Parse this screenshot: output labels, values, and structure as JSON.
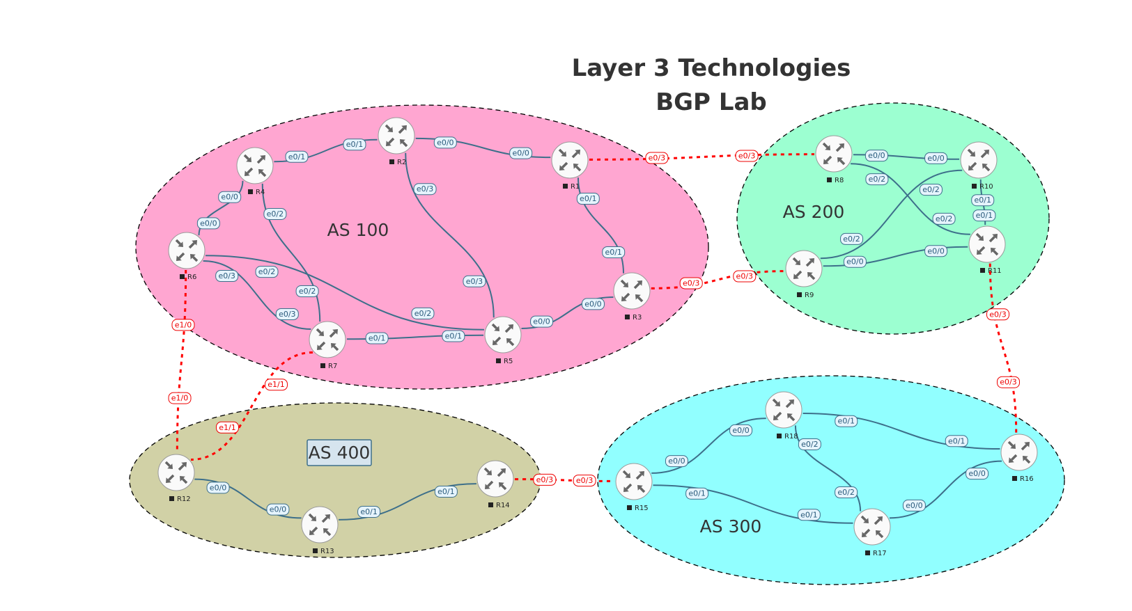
{
  "title": {
    "line1": "Layer 3 Technologies",
    "line2": "BGP Lab"
  },
  "colors": {
    "as100": "#ffa6d1",
    "as200": "#9cffd1",
    "as300": "#91ffff",
    "as400": "#d1d1a6",
    "link": "#3d6f8a",
    "external_link": "#ff0000",
    "label_bg": "#e6f4fd"
  },
  "areas": [
    {
      "id": "as100",
      "label": "AS 100"
    },
    {
      "id": "as200",
      "label": "AS 200"
    },
    {
      "id": "as300",
      "label": "AS 300"
    },
    {
      "id": "as400",
      "label": "AS 400"
    }
  ],
  "routers": [
    "R1",
    "R2",
    "R3",
    "R4",
    "R5",
    "R6",
    "R7",
    "R8",
    "R9",
    "R10",
    "R11",
    "R12",
    "R13",
    "R14",
    "R15",
    "R16",
    "R17",
    "R18"
  ],
  "links": [
    {
      "a": "R4",
      "b": "R2",
      "ia": "e0/1",
      "ib": "e0/1"
    },
    {
      "a": "R2",
      "b": "R1",
      "ia": "e0/0",
      "ib": "e0/0"
    },
    {
      "a": "R2",
      "b": "R5",
      "ia": "e0/3",
      "ib": "e0/3"
    },
    {
      "a": "R1",
      "b": "R3",
      "ia": "e0/1",
      "ib": "e0/1"
    },
    {
      "a": "R4",
      "b": "R6",
      "ia": "e0/0",
      "ib": "e0/0"
    },
    {
      "a": "R4",
      "b": "R7",
      "ia": "e0/2",
      "ib": "e0/2"
    },
    {
      "a": "R6",
      "b": "R5",
      "ia": "e0/2",
      "ib": "e0/2"
    },
    {
      "a": "R6",
      "b": "R7",
      "ia": "e0/3",
      "ib": "e0/3"
    },
    {
      "a": "R7",
      "b": "R5",
      "ia": "e0/1",
      "ib": "e0/1"
    },
    {
      "a": "R5",
      "b": "R3",
      "ia": "e0/0",
      "ib": "e0/0"
    },
    {
      "a": "R8",
      "b": "R10",
      "ia": "e0/0",
      "ib": "e0/0"
    },
    {
      "a": "R8",
      "b": "R11",
      "ia": "e0/2",
      "ib": "e0/2"
    },
    {
      "a": "R9",
      "b": "R10",
      "ia": "e0/2",
      "ib": "e0/2"
    },
    {
      "a": "R9",
      "b": "R11",
      "ia": "e0/0",
      "ib": "e0/0"
    },
    {
      "a": "R10",
      "b": "R11",
      "ia": "e0/1",
      "ib": "e0/1"
    },
    {
      "a": "R12",
      "b": "R13",
      "ia": "e0/0",
      "ib": "e0/0"
    },
    {
      "a": "R13",
      "b": "R14",
      "ia": "e0/1",
      "ib": "e0/1"
    },
    {
      "a": "R15",
      "b": "R18",
      "ia": "e0/0",
      "ib": "e0/0"
    },
    {
      "a": "R18",
      "b": "R16",
      "ia": "e0/1",
      "ib": "e0/1"
    },
    {
      "a": "R18",
      "b": "R17",
      "ia": "e0/2",
      "ib": "e0/2"
    },
    {
      "a": "R15",
      "b": "R17",
      "ia": "e0/1",
      "ib": "e0/1"
    },
    {
      "a": "R17",
      "b": "R16",
      "ia": "e0/0",
      "ib": "e0/0"
    }
  ],
  "external_links": [
    {
      "a": "R1",
      "b": "R8",
      "ia": "e0/3",
      "ib": "e0/3"
    },
    {
      "a": "R3",
      "b": "R9",
      "ia": "e0/3",
      "ib": "e0/3"
    },
    {
      "a": "R11",
      "b": "R16",
      "ia": "e0/3",
      "ib": "e0/3"
    },
    {
      "a": "R6",
      "b": "R12",
      "ia": "e1/0",
      "ib": "e1/0"
    },
    {
      "a": "R7",
      "b": "R12",
      "ia": "e1/1",
      "ib": "e1/1"
    },
    {
      "a": "R14",
      "b": "R15",
      "ia": "e0/3",
      "ib": "e0/3"
    }
  ]
}
